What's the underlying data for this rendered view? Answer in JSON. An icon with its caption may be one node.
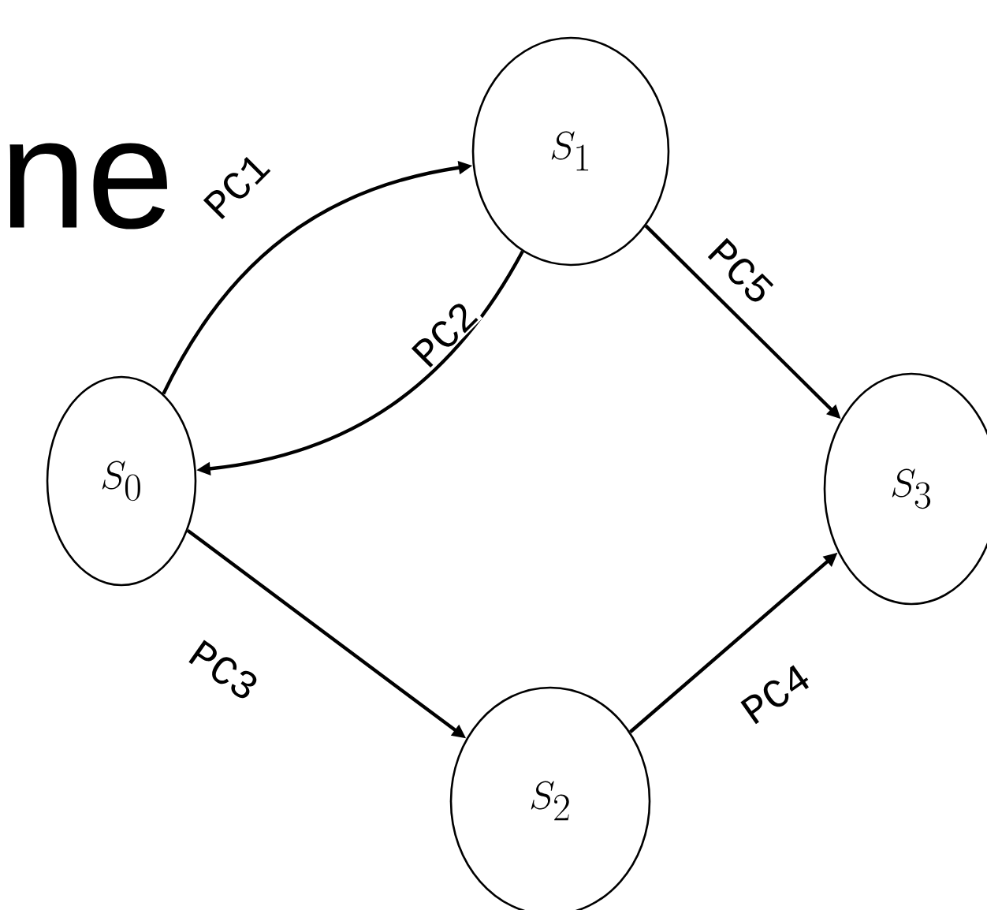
{
  "diagram": {
    "nodes": [
      {
        "text": [
          "S_0"
        ]
      },
      {
        "text": [
          "S_1"
        ]
      },
      {
        "text": [
          "S_2"
        ]
      },
      {
        "text": [
          "S_3"
        ]
      }
    ],
    "edges": [
      {
        "from": 0,
        "to": 1,
        "arrow": "to",
        "label": "PC1"
      },
      {
        "from": 1,
        "to": 0,
        "arrow": "to",
        "label": "PC2"
      },
      {
        "from": 0,
        "to": 2,
        "arrow": "to",
        "label": "PC3"
      },
      {
        "from": 2,
        "to": 3,
        "arrow": "to",
        "label": "PC4"
      },
      {
        "from": 1,
        "to": 3,
        "arrow": "to",
        "label": "PC5"
      }
    ],
    "labels": [
      "ne"
    ]
  }
}
